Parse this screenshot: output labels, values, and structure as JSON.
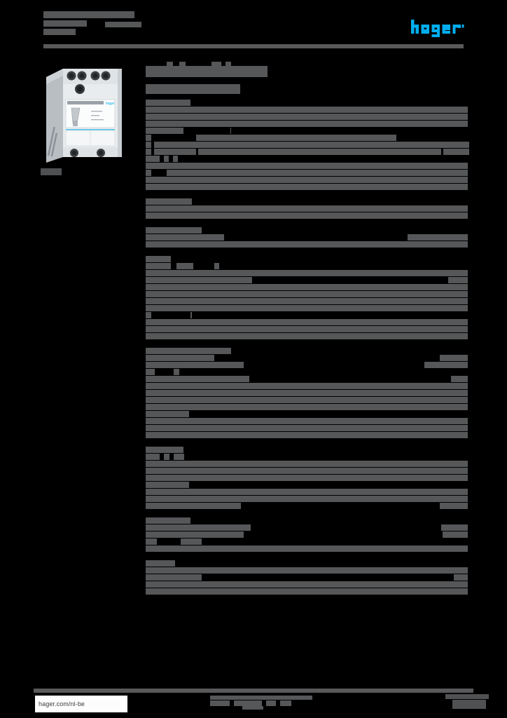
{
  "document": {
    "type": "product-datasheet",
    "brand": "hager",
    "brand_color": "#00AEEF",
    "background_color": "#000000",
    "redaction_color": "#555759",
    "state": "redacted",
    "note": "All textual content on this datasheet page is obscured by solid redaction blocks; only the brand logo and the footer URL remain legible."
  },
  "header": {
    "title_redacted": "",
    "subtitle_redacted": "",
    "logo_text": "hager"
  },
  "product": {
    "image_alt": "DIN-rail modular contactor / impulse relay",
    "caption_redacted": ""
  },
  "main": {
    "page_title_redacted": "",
    "page_subtitle_redacted": "",
    "spec_groups": [
      {
        "heading_redacted": "",
        "rows": [
          {
            "label_redacted": "",
            "value_redacted": ""
          },
          {
            "label_redacted": "",
            "value_redacted": ""
          },
          {
            "label_redacted": "",
            "value_redacted": ""
          },
          {
            "label_redacted": "",
            "value_redacted": ""
          },
          {
            "label_redacted": "",
            "value_redacted": ""
          },
          {
            "label_redacted": "",
            "value_redacted": ""
          },
          {
            "label_redacted": "",
            "value_redacted": ""
          },
          {
            "label_redacted": "",
            "value_redacted": ""
          },
          {
            "label_redacted": "",
            "value_redacted": ""
          },
          {
            "label_redacted": "",
            "value_redacted": ""
          }
        ]
      },
      {
        "heading_redacted": "",
        "rows": [
          {
            "label_redacted": "",
            "value_redacted": ""
          },
          {
            "label_redacted": "",
            "value_redacted": ""
          }
        ]
      },
      {
        "heading_redacted": "",
        "rows": [
          {
            "label_redacted": "",
            "value_redacted": ""
          },
          {
            "label_redacted": "",
            "value_redacted": ""
          },
          {
            "label_redacted": "",
            "value_redacted": ""
          }
        ]
      },
      {
        "heading_redacted": "",
        "rows": [
          {
            "label_redacted": "",
            "value_redacted": ""
          },
          {
            "label_redacted": "",
            "value_redacted": ""
          },
          {
            "label_redacted": "",
            "value_redacted": ""
          },
          {
            "label_redacted": "",
            "value_redacted": ""
          },
          {
            "label_redacted": "",
            "value_redacted": ""
          },
          {
            "label_redacted": "",
            "value_redacted": ""
          },
          {
            "label_redacted": "",
            "value_redacted": ""
          },
          {
            "label_redacted": "",
            "value_redacted": ""
          },
          {
            "label_redacted": "",
            "value_redacted": ""
          }
        ]
      },
      {
        "heading_redacted": "",
        "rows": [
          {
            "label_redacted": "",
            "value_redacted": ""
          },
          {
            "label_redacted": "",
            "value_redacted": ""
          },
          {
            "label_redacted": "",
            "value_redacted": ""
          },
          {
            "label_redacted": "",
            "value_redacted": ""
          },
          {
            "label_redacted": "",
            "value_redacted": ""
          },
          {
            "label_redacted": "",
            "value_redacted": ""
          },
          {
            "label_redacted": "",
            "value_redacted": ""
          },
          {
            "label_redacted": "",
            "value_redacted": ""
          },
          {
            "label_redacted": "",
            "value_redacted": ""
          },
          {
            "label_redacted": "",
            "value_redacted": ""
          },
          {
            "label_redacted": "",
            "value_redacted": ""
          },
          {
            "label_redacted": "",
            "value_redacted": ""
          }
        ]
      },
      {
        "heading_redacted": "",
        "rows": [
          {
            "label_redacted": "",
            "value_redacted": ""
          },
          {
            "label_redacted": "",
            "value_redacted": ""
          },
          {
            "label_redacted": "",
            "value_redacted": ""
          },
          {
            "label_redacted": "",
            "value_redacted": ""
          },
          {
            "label_redacted": "",
            "value_redacted": ""
          },
          {
            "label_redacted": "",
            "value_redacted": ""
          },
          {
            "label_redacted": "",
            "value_redacted": ""
          }
        ]
      },
      {
        "heading_redacted": "",
        "rows": [
          {
            "label_redacted": "",
            "value_redacted": ""
          },
          {
            "label_redacted": "",
            "value_redacted": ""
          },
          {
            "label_redacted": "",
            "value_redacted": ""
          },
          {
            "label_redacted": "",
            "value_redacted": ""
          }
        ]
      },
      {
        "heading_redacted": "",
        "rows": [
          {
            "label_redacted": "",
            "value_redacted": ""
          },
          {
            "label_redacted": "",
            "value_redacted": ""
          },
          {
            "label_redacted": "",
            "value_redacted": ""
          },
          {
            "label_redacted": "",
            "value_redacted": ""
          }
        ]
      }
    ]
  },
  "footer": {
    "url": "hager.com/nl-be",
    "center_redacted": "",
    "page_number_redacted": ""
  }
}
